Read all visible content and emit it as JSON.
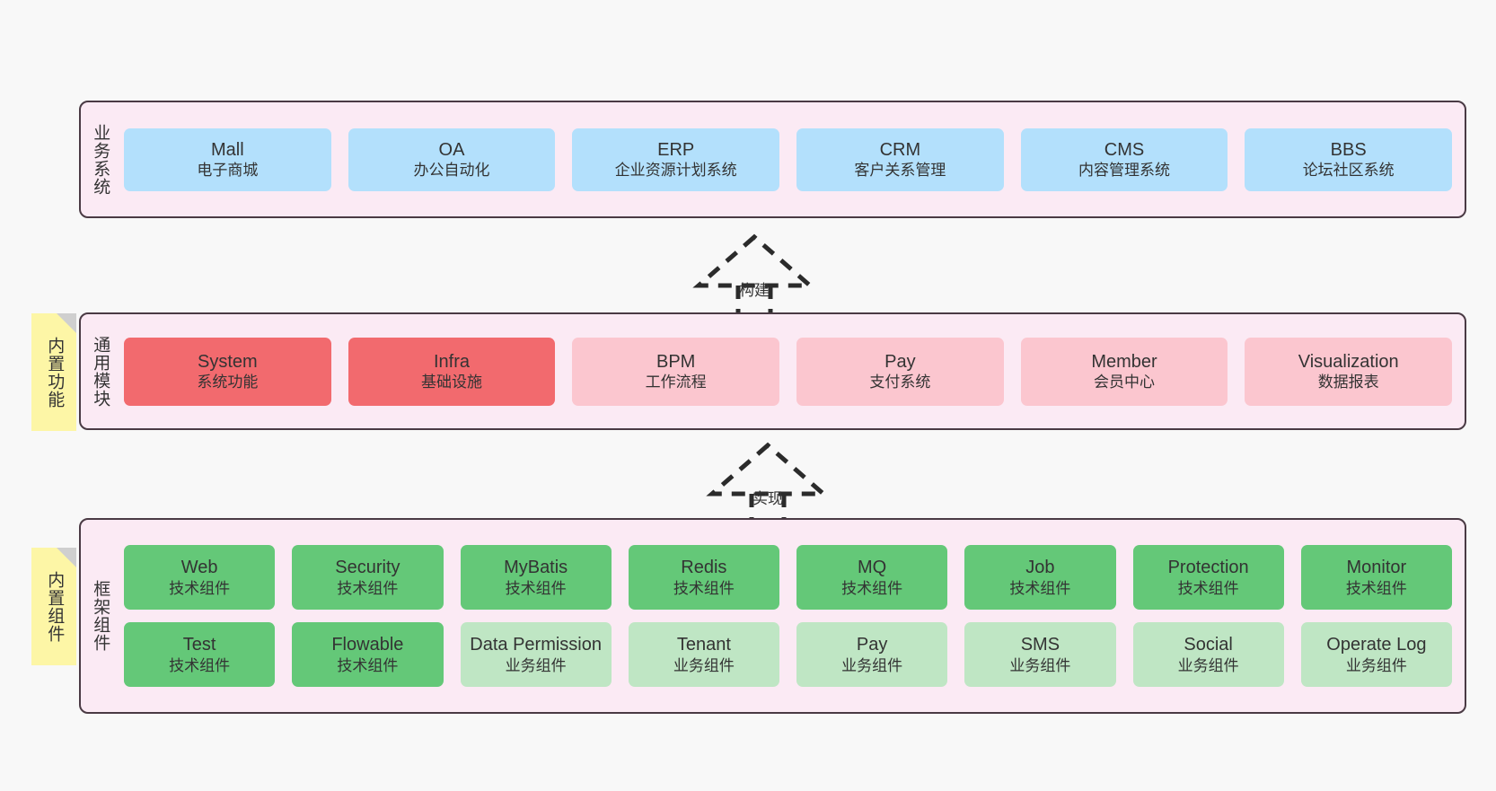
{
  "layers": {
    "business": {
      "title": "业务系统",
      "nodes": [
        {
          "name": "Mall",
          "sub": "电子商城"
        },
        {
          "name": "OA",
          "sub": "办公自动化"
        },
        {
          "name": "ERP",
          "sub": "企业资源计划系统"
        },
        {
          "name": "CRM",
          "sub": "客户关系管理"
        },
        {
          "name": "CMS",
          "sub": "内容管理系统"
        },
        {
          "name": "BBS",
          "sub": "论坛社区系统"
        }
      ]
    },
    "modules": {
      "title": "通用模块",
      "note": "内置功能",
      "nodes": [
        {
          "name": "System",
          "sub": "系统功能",
          "style": "modA"
        },
        {
          "name": "Infra",
          "sub": "基础设施",
          "style": "modA"
        },
        {
          "name": "BPM",
          "sub": "工作流程",
          "style": "modB"
        },
        {
          "name": "Pay",
          "sub": "支付系统",
          "style": "modB"
        },
        {
          "name": "Member",
          "sub": "会员中心",
          "style": "modB"
        },
        {
          "name": "Visualization",
          "sub": "数据报表",
          "style": "modB"
        }
      ]
    },
    "framework": {
      "title": "框架组件",
      "note": "内置组件",
      "row1": [
        {
          "name": "Web",
          "sub": "技术组件",
          "style": "frmA"
        },
        {
          "name": "Security",
          "sub": "技术组件",
          "style": "frmA"
        },
        {
          "name": "MyBatis",
          "sub": "技术组件",
          "style": "frmA"
        },
        {
          "name": "Redis",
          "sub": "技术组件",
          "style": "frmA"
        },
        {
          "name": "MQ",
          "sub": "技术组件",
          "style": "frmA"
        },
        {
          "name": "Job",
          "sub": "技术组件",
          "style": "frmA"
        },
        {
          "name": "Protection",
          "sub": "技术组件",
          "style": "frmA"
        },
        {
          "name": "Monitor",
          "sub": "技术组件",
          "style": "frmA"
        }
      ],
      "row2": [
        {
          "name": "Test",
          "sub": "技术组件",
          "style": "frmA"
        },
        {
          "name": "Flowable",
          "sub": "技术组件",
          "style": "frmA"
        },
        {
          "name": "Data Permission",
          "sub": "业务组件",
          "style": "frmB"
        },
        {
          "name": "Tenant",
          "sub": "业务组件",
          "style": "frmB"
        },
        {
          "name": "Pay",
          "sub": "业务组件",
          "style": "frmB"
        },
        {
          "name": "SMS",
          "sub": "业务组件",
          "style": "frmB"
        },
        {
          "name": "Social",
          "sub": "业务组件",
          "style": "frmB"
        },
        {
          "name": "Operate Log",
          "sub": "业务组件",
          "style": "frmB"
        }
      ]
    }
  },
  "connectors": {
    "build": "构建",
    "implement": "实现"
  },
  "colors": {
    "background": "#f8f8f8",
    "band_fill": "#fbeaf4",
    "band_border": "#4a3a44",
    "business_node": "#b3e0fc",
    "module_primary": "#f26a6e",
    "module_secondary": "#fbc6cf",
    "framework_tech": "#64c878",
    "framework_biz": "#bfe6c4",
    "note_fill": "#fdf6a6",
    "note_fold": "#cfcfcf",
    "text": "#333333"
  }
}
